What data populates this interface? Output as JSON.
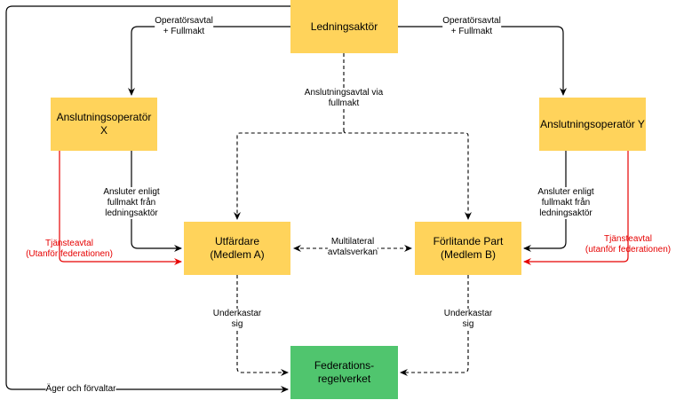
{
  "colors": {
    "node_yellow": "#FFD35B",
    "node_green": "#50C56E",
    "edge_black": "#000000",
    "edge_red": "#E60000"
  },
  "nodes": {
    "ledningsaktor": "Ledningsaktör",
    "operator_x": "Anslutningsoperatör\nX",
    "operator_y": "Anslutningsoperatör Y",
    "utfardare": "Utfärdare\n(Medlem A)",
    "forlitande": "Förlitande Part\n(Medlem B)",
    "regelverk": "Federations-\nregelverket"
  },
  "edges": {
    "opavtal_left": "Operatörsavtal\n+ Fullmakt",
    "opavtal_right": "Operatörsavtal\n+ Fullmakt",
    "anslutningsavtal": "Anslutningsavtal via\nfullmakt",
    "ansluter_left": "Ansluter enligt\nfullmakt från\nledningsaktör",
    "ansluter_right": "Ansluter enligt\nfullmakt från\nledningsaktör",
    "tjanst_left": "Tjänsteavtal\n(Utanför federationen)",
    "tjanst_right": "Tjänsteavtal\n(utanför federationen)",
    "multilateral": "Multilateral\navtalsverkan",
    "underkastar_left": "Underkastar\nsig",
    "underkastar_right": "Underkastar\nsig",
    "ager": "Äger och förvaltar"
  }
}
